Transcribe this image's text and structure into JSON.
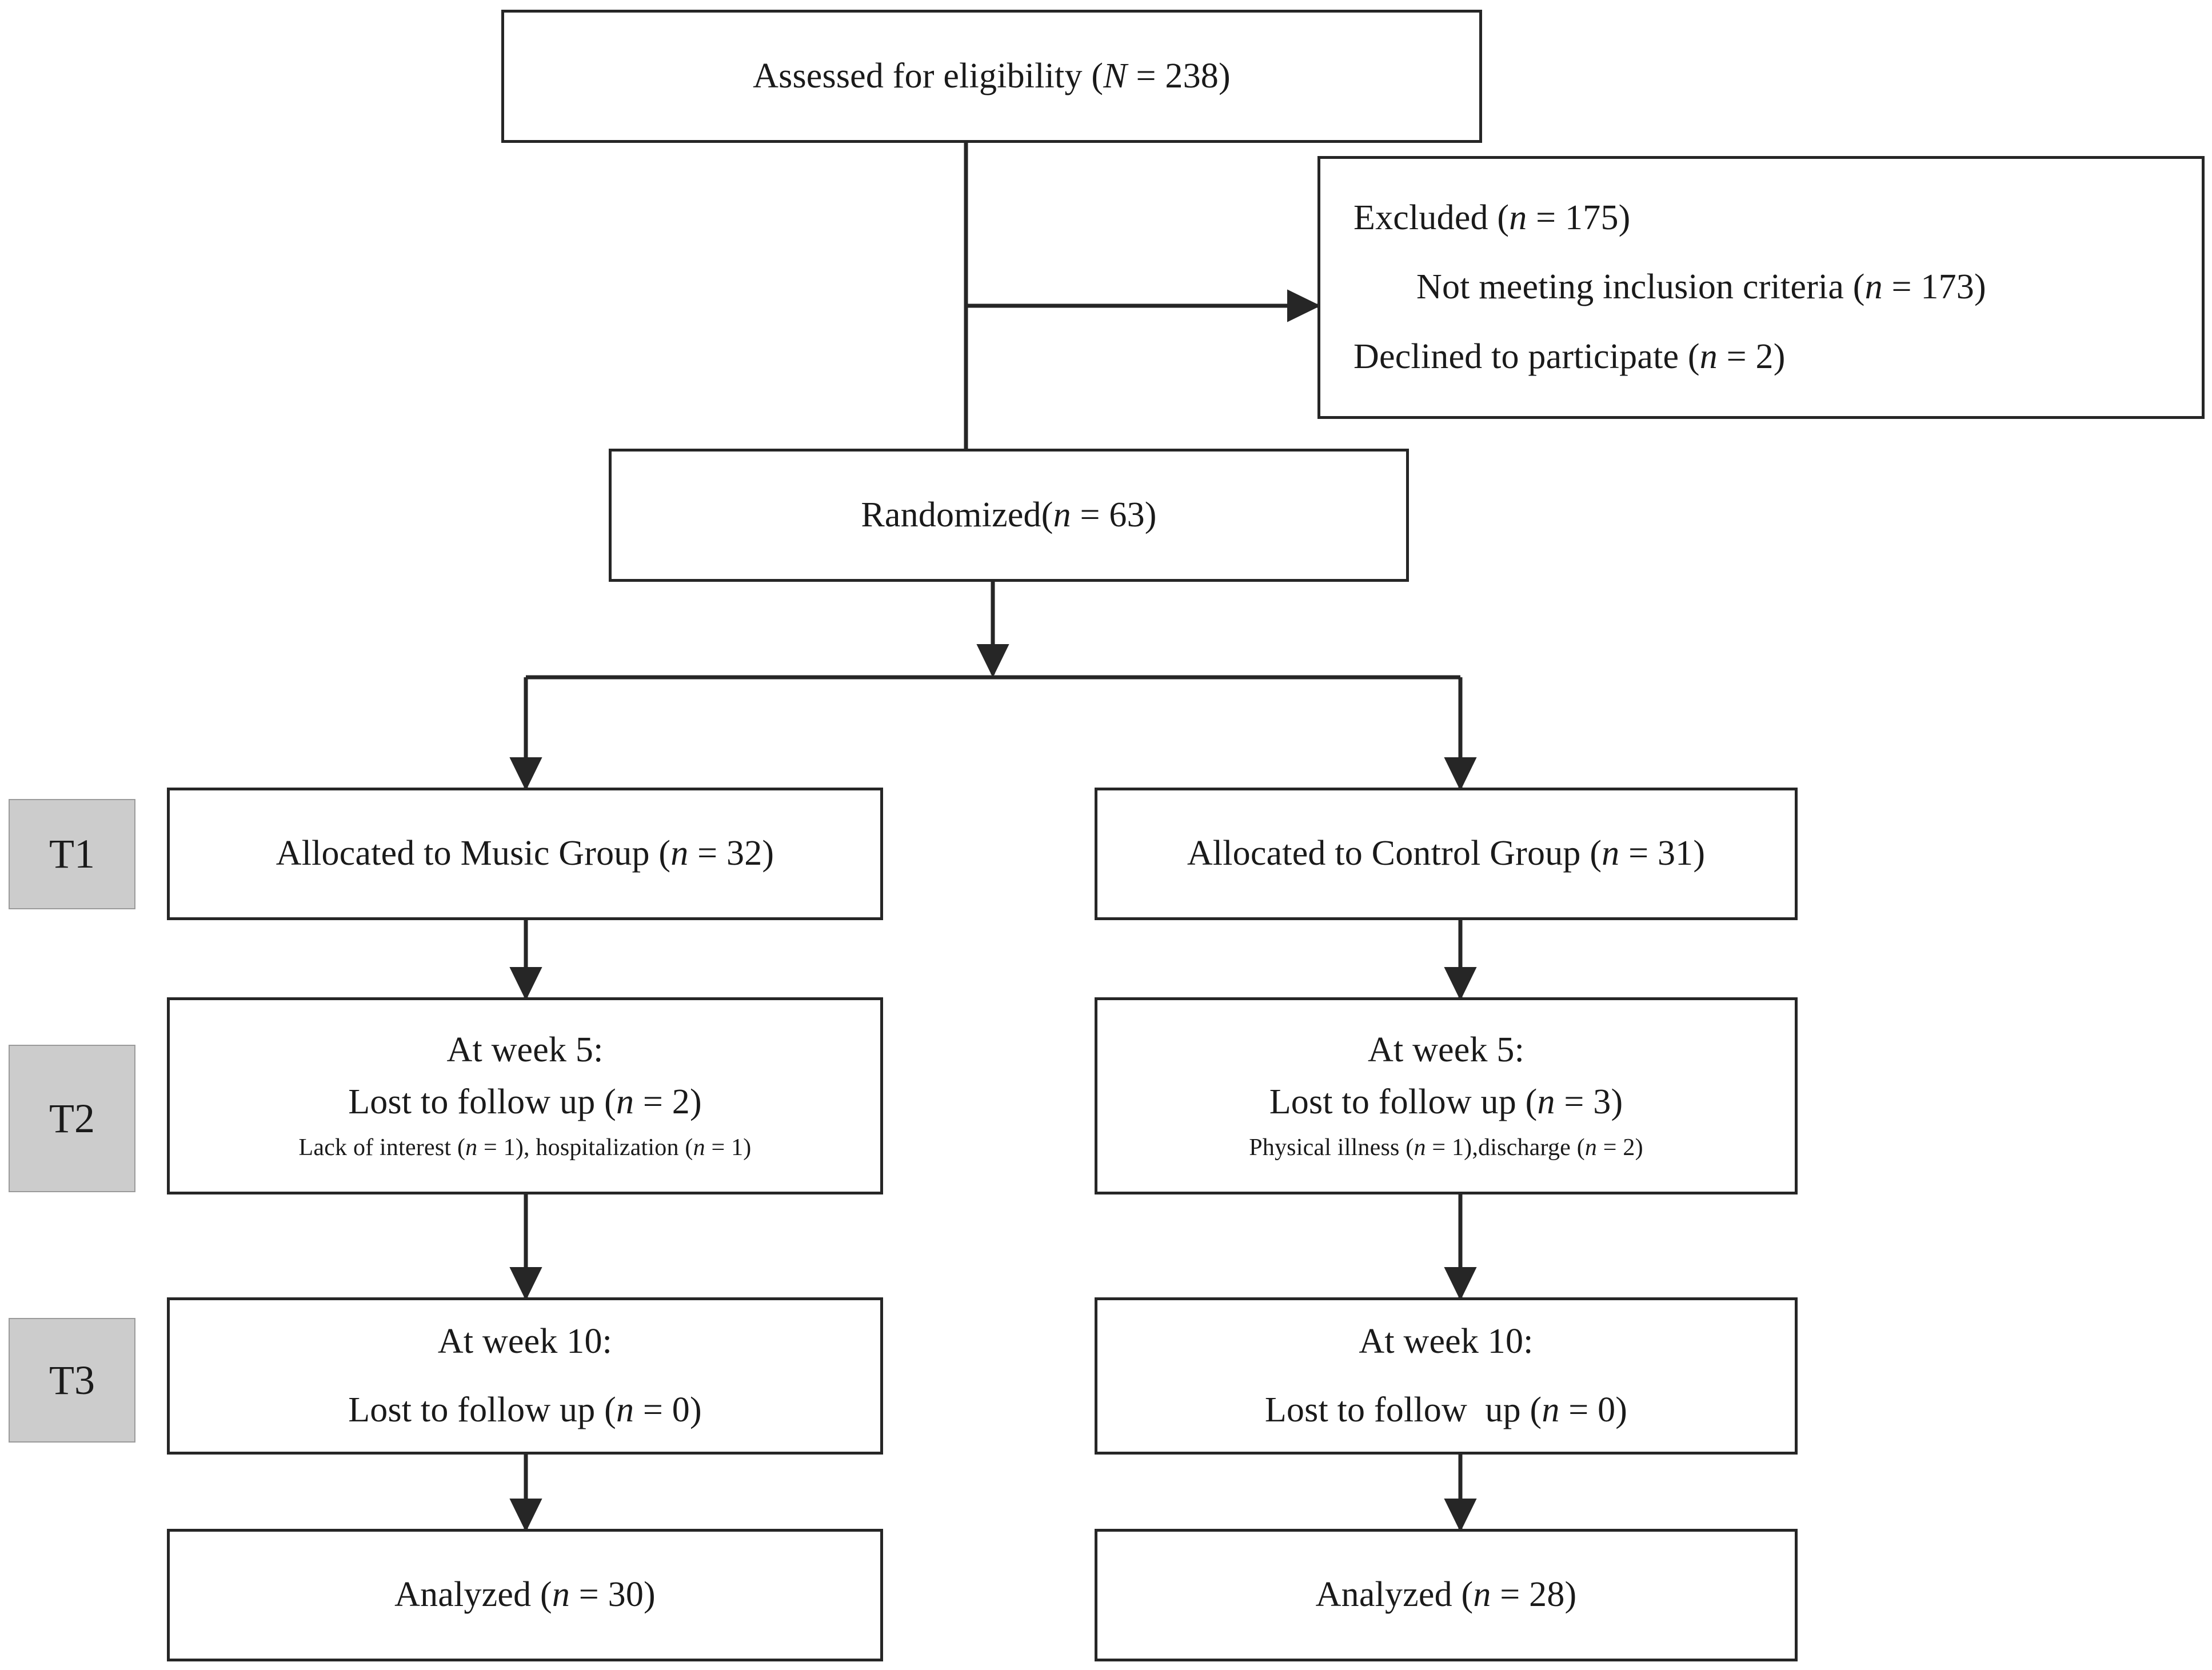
{
  "diagram": {
    "type": "consort-flow-diagram",
    "nodes": {
      "assessed": {
        "text": "Assessed for eligibility (N = 238)"
      },
      "excluded": {
        "line1": "Excluded (n = 175)",
        "line2": "Not meeting inclusion criteria (n = 173)",
        "line3": "Declined to participate (n = 2)"
      },
      "randomized": {
        "text": "Randomized(n = 63)"
      },
      "allocated_music": {
        "text": "Allocated to Music Group (n = 32)"
      },
      "allocated_control": {
        "text": "Allocated to Control Group (n = 31)"
      },
      "week5_music": {
        "line1": "At week 5:",
        "line2": "Lost to follow up (n = 2)",
        "line3": "Lack of interest (n = 1), hospitalization (n = 1)"
      },
      "week5_control": {
        "line1": "At week 5:",
        "line2": "Lost to follow up (n = 3)",
        "line3": "Physical illness (n = 1),discharge (n = 2)"
      },
      "week10_music": {
        "line1": "At week 10:",
        "line2": "Lost to follow up (n = 0)"
      },
      "week10_control": {
        "line1": "At week 10:",
        "line2": "Lost to follow  up (n = 0)"
      },
      "analyzed_music": {
        "text": "Analyzed (n = 30)"
      },
      "analyzed_control": {
        "text": "Analyzed (n = 28)"
      }
    },
    "timepoint_labels": [
      {
        "id": "t1",
        "label": "T1"
      },
      {
        "id": "t2",
        "label": "T2"
      },
      {
        "id": "t3",
        "label": "T3"
      }
    ],
    "colors": {
      "box_border": "#262626",
      "box_fill": "#ffffff",
      "timepoint_fill": "#cccccc",
      "timepoint_border": "#9a9a9a",
      "connector": "#262626",
      "text": "#1a1a1a"
    }
  }
}
